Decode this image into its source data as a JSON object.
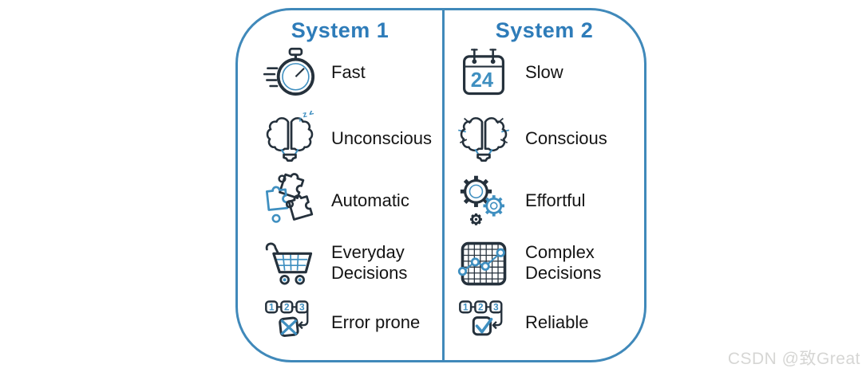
{
  "columns": [
    {
      "title": "System 1",
      "items": [
        {
          "icon": "stopwatch-icon",
          "label": "Fast"
        },
        {
          "icon": "sleeping-brain-icon",
          "label": "Unconscious"
        },
        {
          "icon": "puzzle-pieces-icon",
          "label": "Automatic"
        },
        {
          "icon": "shopping-cart-icon",
          "label": "Everyday Decisions"
        },
        {
          "icon": "steps-error-icon",
          "label": "Error prone"
        }
      ]
    },
    {
      "title": "System 2",
      "items": [
        {
          "icon": "calendar-24-icon",
          "label": "Slow"
        },
        {
          "icon": "radiating-brain-icon",
          "label": "Conscious"
        },
        {
          "icon": "gears-icon",
          "label": "Effortful"
        },
        {
          "icon": "grid-chart-icon",
          "label": "Complex Decisions"
        },
        {
          "icon": "steps-check-icon",
          "label": "Reliable"
        }
      ]
    }
  ],
  "calendar_number": "24",
  "step_numbers": {
    "one": "1",
    "two": "2",
    "three": "3"
  },
  "sleep_letters": {
    "z1": "z",
    "z2": "z",
    "z3": "z"
  },
  "watermark": "CSDN @致Great",
  "colors": {
    "border_blue": "#4089ba",
    "title_blue": "#2e7cb9",
    "icon_dark": "#25313c",
    "icon_blue": "#3f8fc0",
    "label_dark": "#141414",
    "watermark_gray": "#d6d6d4"
  }
}
